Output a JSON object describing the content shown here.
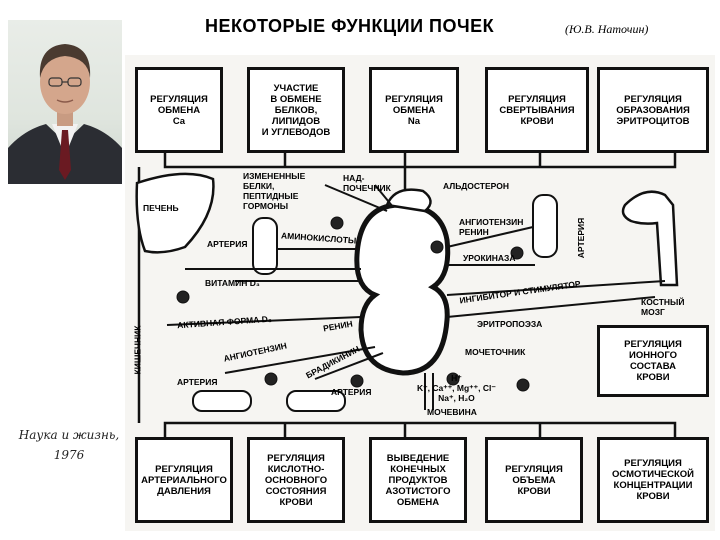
{
  "title": "НЕКОТОРЫЕ ФУНКЦИИ ПОЧЕК",
  "author": "(Ю.В. Наточин)",
  "caption": {
    "line1": "Наука и жизнь,",
    "line2": "1976"
  },
  "top_boxes": [
    "РЕГУЛЯЦИЯ\nОБМЕНА\nCa",
    "УЧАСТИЕ\nВ ОБМЕНЕ\nБЕЛКОВ,\nЛИПИДОВ\nИ УГЛЕВОДОВ",
    "РЕГУЛЯЦИЯ\nОБМЕНА\nNa",
    "РЕГУЛЯЦИЯ\nСВЕРТЫВАНИЯ\nКРОВИ",
    "РЕГУЛЯЦИЯ\nОБРАЗОВАНИЯ\nЭРИТРОЦИТОВ"
  ],
  "bottom_boxes": [
    "РЕГУЛЯЦИЯ\nАРТЕРИАЛЬНОГО\nДАВЛЕНИЯ",
    "РЕГУЛЯЦИЯ\nКИСЛОТНО-\nОСНОВНОГО\nСОСТОЯНИЯ\nКРОВИ",
    "ВЫВЕДЕНИЕ\nКОНЕЧНЫХ\nПРОДУКТОВ\nАЗОТИСТОГО\nОБМЕНА",
    "РЕГУЛЯЦИЯ\nОБЪЕМА\nКРОВИ",
    "РЕГУЛЯЦИЯ\nОСМОТИЧЕСКОЙ\nКОНЦЕНТРАЦИИ\nКРОВИ"
  ],
  "side_box": "РЕГУЛЯЦИЯ\nИОННОГО\nСОСТАВА\nКРОВИ",
  "labels": {
    "liver": "ПЕЧЕНЬ",
    "modified_proteins": "ИЗМЕНЕННЫЕ\nБЕЛКИ,\nПЕПТИДНЫЕ\nГОРМОНЫ",
    "adrenal": "НАД-\nПОЧЕЧНИК",
    "aldosterone": "АЛЬДОСТЕРОН",
    "angiotensin_renin": "АНГИОТЕНЗИН\nРЕНИН",
    "artery_right": "АРТЕРИЯ",
    "artery_left": "АРТЕРИЯ",
    "amino_acids": "АМИНОКИСЛОТЫ",
    "urokinase": "УРОКИНАЗА",
    "vitamin_d3": "ВИТАМИН D₃",
    "inhibitor": "ИНГИБИТОР И СТИМУЛЯТОР",
    "erythropoiesis": "ЭРИТРОПОЭЗА",
    "bone_marrow": "КОСТНЫЙ\nМОЗГ",
    "intestine": "КИШЕЧНИК",
    "active_d3": "АКТИВНАЯ ФОРМА D₃",
    "renin": "РЕНИН",
    "angiotensin": "АНГИОТЕНЗИН",
    "bradykinin": "БРАДИКИНИН",
    "ureter": "МОЧЕТОЧНИК",
    "artery_lower_left": "АРТЕРИЯ",
    "artery_lower_mid": "АРТЕРИЯ",
    "ions": "H⁺\nK⁺, Ca⁺⁺, Mg⁺⁺, Cl⁻\nNa⁺, H₂O",
    "urea": "МОЧЕВИНА"
  }
}
